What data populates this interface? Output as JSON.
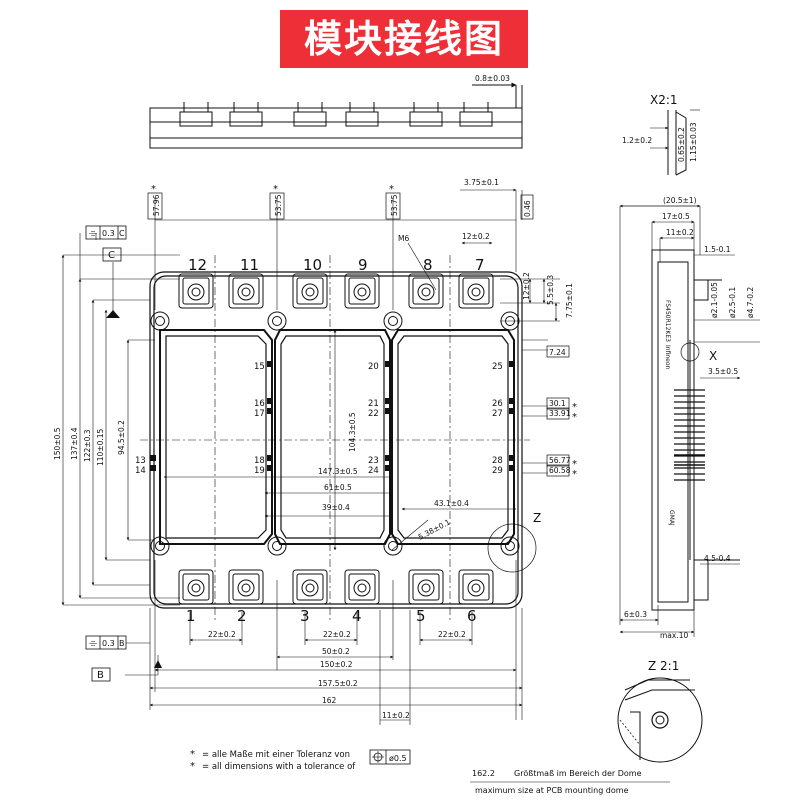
{
  "title": "模块接线图",
  "views": {
    "detail_x": "X2:1",
    "detail_z": "Z 2:1",
    "marker_x": "X",
    "marker_z": "Z"
  },
  "pins_top": [
    "12",
    "11",
    "10",
    "9",
    "8",
    "7"
  ],
  "pins_bottom": [
    "1",
    "2",
    "3",
    "4",
    "5",
    "6"
  ],
  "pins_signal_left": [
    "13",
    "14",
    "15",
    "16",
    "17",
    "18",
    "19"
  ],
  "pins_signal_mid": [
    "20",
    "21",
    "22",
    "23",
    "24"
  ],
  "pins_signal_right": [
    "25",
    "26",
    "27",
    "28",
    "29"
  ],
  "datums": {
    "c": "C",
    "b": "B",
    "m6": "M6"
  },
  "frames": {
    "flat_c": "0.3",
    "flat_b": "0.3",
    "pos_tol": "0.5"
  },
  "dims": {
    "d_0_8": "0.8±0.03",
    "d_1_2": "1.2±0.2",
    "d_0_65": "0.65±0.2",
    "d_1_15": "1.15±0.03",
    "d_3_75": "3.75±0.1",
    "d_0_46": "0.46",
    "d_12_top": "12±0.2",
    "d_12_side": "12±0.2",
    "d_5_5": "5.5±0.3",
    "d_7_75": "7.75±0.1",
    "d_7_24": "7.24",
    "d_30_1": "30.1",
    "d_33_91": "33.91",
    "d_56_77": "56.77",
    "d_60_58": "60.58",
    "d_57_96": "57.96",
    "d_53_75a": "53.75",
    "d_53_75b": "53.75",
    "d_150": "150±0.5",
    "d_137": "137±0.4",
    "d_122": "122±0.3",
    "d_110": "110±0.15",
    "d_94_5": "94.5±0.2",
    "d_104_3": "104.3±0.5",
    "d_147_3": "147.3±0.5",
    "d_61": "61±0.5",
    "d_39": "39±0.4",
    "d_43_1": "43.1±0.4",
    "d_5_38": "5.38±0.1",
    "d_22a": "22±0.2",
    "d_22b": "22±0.2",
    "d_22c": "22±0.2",
    "d_50": "50±0.2",
    "d_150w": "150±0.2",
    "d_157_5": "157.5±0.2",
    "d_162": "162",
    "d_11": "11±0.2",
    "d_20_5": "(20.5±1)",
    "d_17": "17±0.5",
    "d_11s": "11±0.2",
    "d_1_5": "1.5-0.1",
    "d_2_1": "ø2.1-0.05",
    "d_2_5": "ø2.5-0.1",
    "d_4_7": "ø4.7-0.2",
    "d_3_5": "3.5±0.5",
    "d_4_5": "4.5-0.4",
    "d_6": "6±0.3",
    "d_max10": "max.10"
  },
  "side_labels": {
    "brand": "Infineon",
    "part": "FS450R12KE3",
    "code": "GMAJ"
  },
  "notes": {
    "n1": "= alle Maße mit einer Toleranz von",
    "n2": "= all dimensions with a tolerance of",
    "n3": "Größtmaß im Bereich der Dome",
    "n4": "maximum size at PCB mounting dome",
    "n3_val": "162.2",
    "star": "*"
  }
}
